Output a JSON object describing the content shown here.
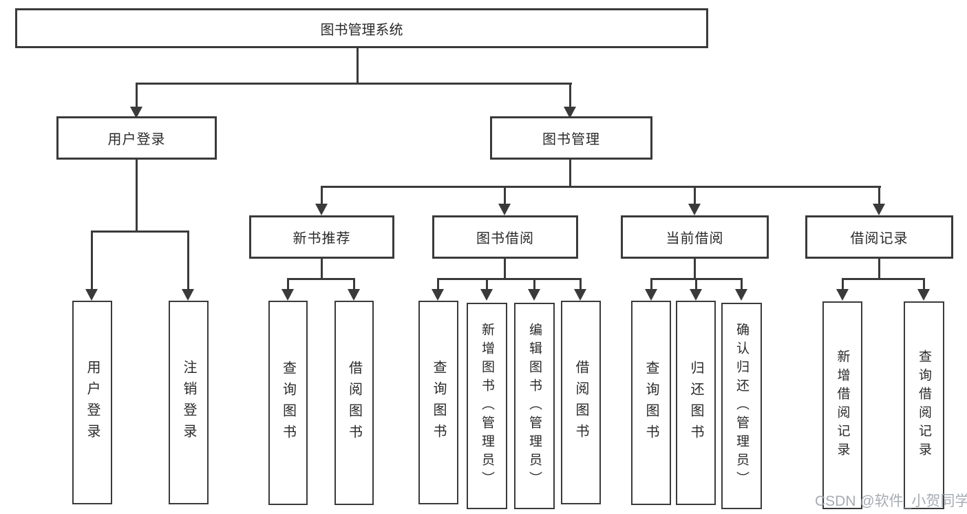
{
  "watermark": "CSDN @软件_小贺同学",
  "colors": {
    "line": "#3a3a3a",
    "text": "#2a2a2a",
    "background": "#ffffff",
    "watermark_gray": "#9aa1a8"
  },
  "tree": {
    "root": {
      "label": "图书管理系统"
    },
    "branches": [
      {
        "label": "用户登录",
        "leaves": [
          {
            "label": "用户登录"
          },
          {
            "label": "注销登录"
          }
        ]
      },
      {
        "label": "图书管理",
        "groups": [
          {
            "label": "新书推荐",
            "leaves": [
              {
                "label": "查询图书"
              },
              {
                "label": "借阅图书"
              }
            ]
          },
          {
            "label": "图书借阅",
            "leaves": [
              {
                "label": "查询图书"
              },
              {
                "label": "新增图书（管理员）"
              },
              {
                "label": "编辑图书（管理员）"
              },
              {
                "label": "借阅图书"
              }
            ]
          },
          {
            "label": "当前借阅",
            "leaves": [
              {
                "label": "查询图书"
              },
              {
                "label": "归还图书"
              },
              {
                "label": "确认归还（管理员）"
              }
            ]
          },
          {
            "label": "借阅记录",
            "leaves": [
              {
                "label": "新增借阅记录"
              },
              {
                "label": "查询借阅记录"
              }
            ]
          }
        ]
      }
    ]
  }
}
